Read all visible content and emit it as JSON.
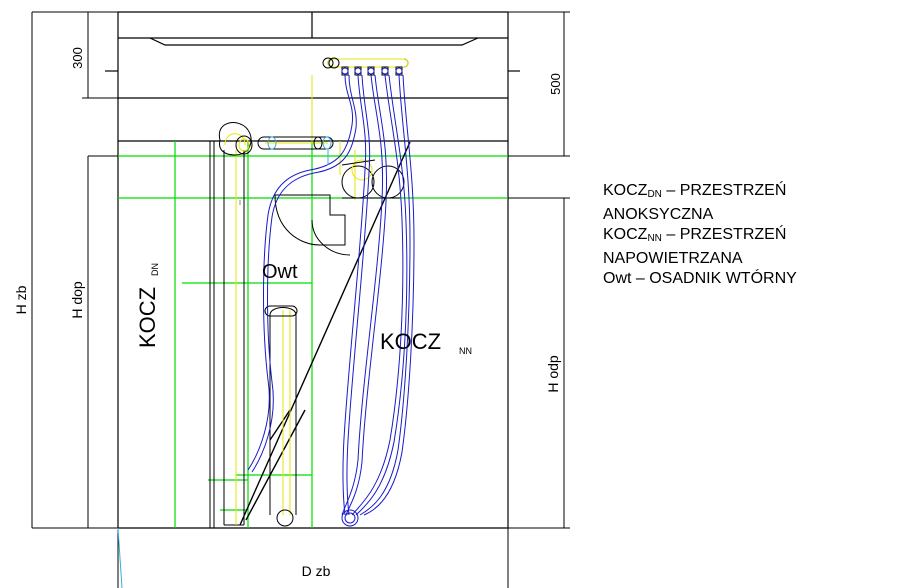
{
  "labels": {
    "dim_300": "300",
    "dim_500": "500",
    "h_zb": "H zb",
    "h_dop": "H dop",
    "h_odp": "H odp",
    "d_zb": "D zb",
    "kocz_dn_main": "KOCZ",
    "kocz_dn_sub": "DN",
    "kocz_nn_main": "KOCZ",
    "kocz_nn_sub": "NN",
    "owt": "Owt"
  },
  "legend": {
    "line1_prefix": "KOCZ",
    "line1_sub": "DN",
    "line1_text": " – PRZESTRZEŃ",
    "line2": "ANOKSYCZNA",
    "line3_prefix": "KOCZ",
    "line3_sub": "NN",
    "line3_text": " – PRZESTRZEŃ",
    "line4": "NAPOWIETRZANA",
    "line5": "Owt – OSADNIK WTÓRNY"
  },
  "colors": {
    "outline": "#000000",
    "green": "#00dd00",
    "blue": "#1a1acc",
    "yellow": "#e6e600",
    "cyan": "#33b0e0",
    "gray": "#888888"
  }
}
